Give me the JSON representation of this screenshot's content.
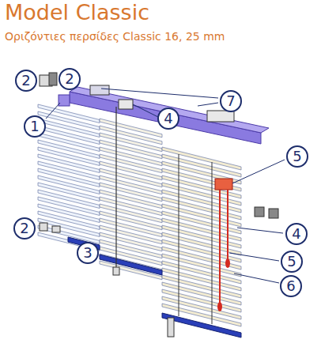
{
  "diagram": {
    "title": "Model Classic",
    "nodes": [
      {
        "text": [
          "2"
        ]
      },
      {
        "text": [
          "2"
        ]
      },
      {
        "text": [
          "7"
        ]
      },
      {
        "text": [
          "1"
        ]
      },
      {
        "text": [
          "4"
        ]
      },
      {
        "text": [
          "5"
        ]
      },
      {
        "text": [
          "2"
        ]
      },
      {
        "text": [
          "3"
        ]
      },
      {
        "text": [
          "4"
        ]
      },
      {
        "text": [
          "5"
        ]
      },
      {
        "text": [
          "6"
        ]
      }
    ],
    "labels": [
      "Οριζόντιες περσίδες Classic 16, 25 mm"
    ]
  }
}
